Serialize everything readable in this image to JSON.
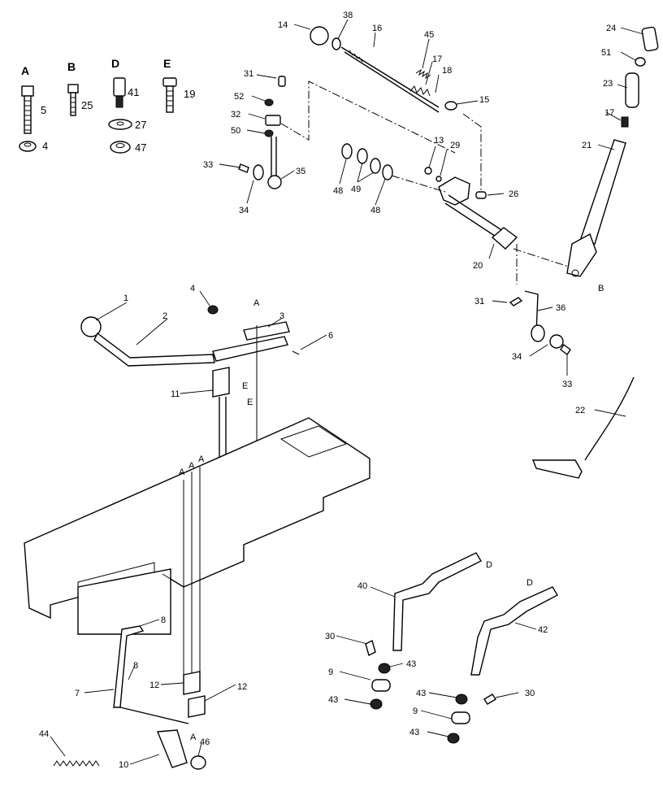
{
  "hardware_key": [
    {
      "letter": "A",
      "top": "5",
      "bottom": "4"
    },
    {
      "letter": "B",
      "top": "25"
    },
    {
      "letter": "D",
      "top": "41",
      "middle": "27",
      "bottom": "47"
    },
    {
      "letter": "E",
      "top": "19"
    }
  ],
  "callouts": {
    "c1": "1",
    "c2": "2",
    "c3": "3",
    "c4": "4",
    "c6": "6",
    "c7": "7",
    "c8a": "8",
    "c8b": "8",
    "c9a": "9",
    "c9b": "9",
    "c10": "10",
    "c11": "11",
    "c12a": "12",
    "c12b": "12",
    "c13": "13",
    "c14": "14",
    "c15": "15",
    "c16": "16",
    "c17a": "17",
    "c17b": "17",
    "c18": "18",
    "c20": "20",
    "c21": "21",
    "c22": "22",
    "c23": "23",
    "c24": "24",
    "c26": "26",
    "c29": "29",
    "c30a": "30",
    "c30b": "30",
    "c31a": "31",
    "c31b": "31",
    "c32": "32",
    "c33a": "33",
    "c33b": "33",
    "c34a": "34",
    "c34b": "34",
    "c35": "35",
    "c36": "36",
    "c38": "38",
    "c40": "40",
    "c42": "42",
    "c43a": "43",
    "c43b": "43",
    "c43c": "43",
    "c43d": "43",
    "c44": "44",
    "c45": "45",
    "c46": "46",
    "c48a": "48",
    "c48b": "48",
    "c49": "49",
    "c50": "50",
    "c51": "51",
    "c52": "52"
  },
  "ref_letters": {
    "r_A1": "A",
    "r_A2": "A",
    "r_A3": "A",
    "r_A4": "A",
    "r_A5": "A",
    "r_B": "B",
    "r_D1": "D",
    "r_D2": "D",
    "r_E1": "E",
    "r_E2": "E"
  }
}
